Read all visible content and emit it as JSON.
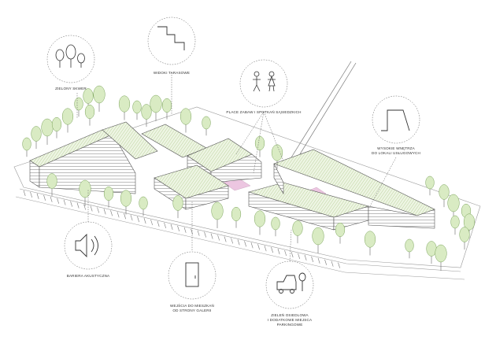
{
  "labels": {
    "green_north": "ZIELONY SKWER",
    "terraces": "WIDOKI TARASOWE",
    "meeting": "PLACE ZABAW I SPOTKAŃ SĄSIEDZKICH",
    "service_l1": "WYSOKIE WNĘTRZA",
    "service_l2": "DO LOKALI USŁUGOWYCH",
    "acoustic": "BARIERA AKUSTYCZNA",
    "entrance_l1": "WEJŚCIA DO MIESZKAŃ",
    "entrance_l2": "OD STRONY GALERII",
    "street_l1": "ZIELEŃ OSIEDLOWA",
    "street_l2": "I DODATKOWE MIEJSCA",
    "street_l3": "PARKINGOWE"
  },
  "icons": [
    "trees-icon",
    "stairs-icon",
    "children-icon",
    "tall-interior-icon",
    "speaker-icon",
    "door-icon",
    "car-tree-icon"
  ],
  "colors": {
    "ink": "#3a3a3a",
    "tree": "#d9ebc3",
    "roof": "#c4d9a6",
    "plaza": "#ecc6e1"
  }
}
